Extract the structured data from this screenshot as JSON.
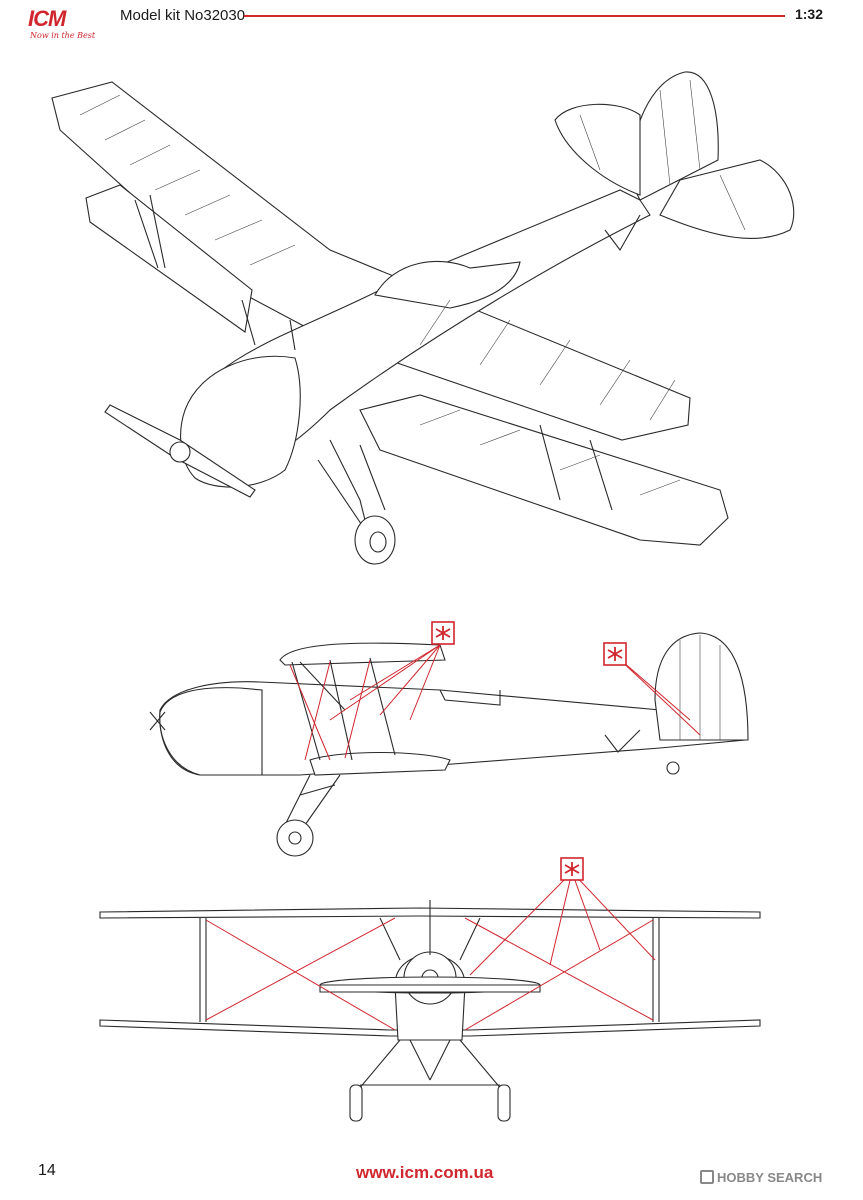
{
  "header": {
    "brand": "ICM",
    "tagline": "Now in the Best",
    "model_kit": "Model kit No32030",
    "scale": "1:32"
  },
  "footer": {
    "page_number": "14",
    "url": "www.icm.com.ua",
    "watermark": "HOBBY SEARCH"
  },
  "colors": {
    "accent": "#d0262e",
    "line": "#2a2a2a"
  },
  "icons": [
    "rigging-marker-icon"
  ]
}
